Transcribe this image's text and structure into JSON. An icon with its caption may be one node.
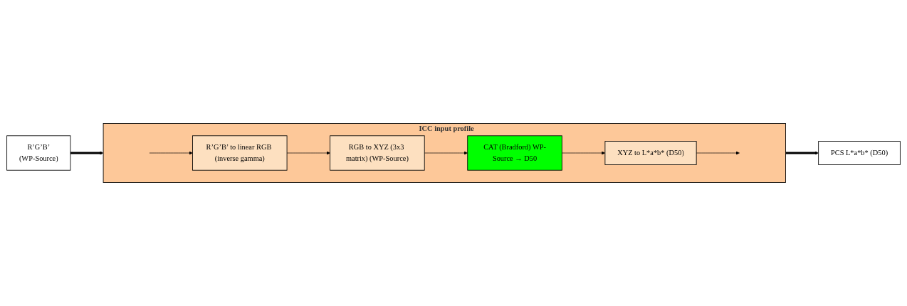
{
  "diagram": {
    "nodes": [
      {
        "text": [
          "R’G’B’",
          "(WP-Source)"
        ]
      },
      {
        "text": [
          "ICC input profile"
        ]
      },
      {
        "text": [
          "R’G’B’ to linear RGB (inverse gamma)"
        ],
        "in": 1
      },
      {
        "text": [
          "CAT (Bradford) WP-Source → D50"
        ],
        "in": 1
      },
      {
        "text": [
          "RGB to XYZ (3x3 matrix) (WP-Source)"
        ],
        "in": 1
      },
      {
        "text": [
          "XYZ to L*a*b* (D50)"
        ],
        "in": 1
      },
      {
        "text": [
          "PCS L*a*b* (D50)"
        ]
      }
    ],
    "edges": [
      {
        "from": 0,
        "to": 1,
        "arrow": "to",
        "style": "thick"
      },
      {
        "from": null,
        "to": 2,
        "arrow": "to"
      },
      {
        "from": 2,
        "to": 4,
        "arrow": "to"
      },
      {
        "from": 4,
        "to": 3,
        "arrow": "to"
      },
      {
        "from": 3,
        "to": 5,
        "arrow": "to"
      },
      {
        "from": 5,
        "to": null,
        "arrow": "to"
      },
      {
        "from": 1,
        "to": 6,
        "arrow": "to",
        "style": "thick"
      }
    ]
  }
}
